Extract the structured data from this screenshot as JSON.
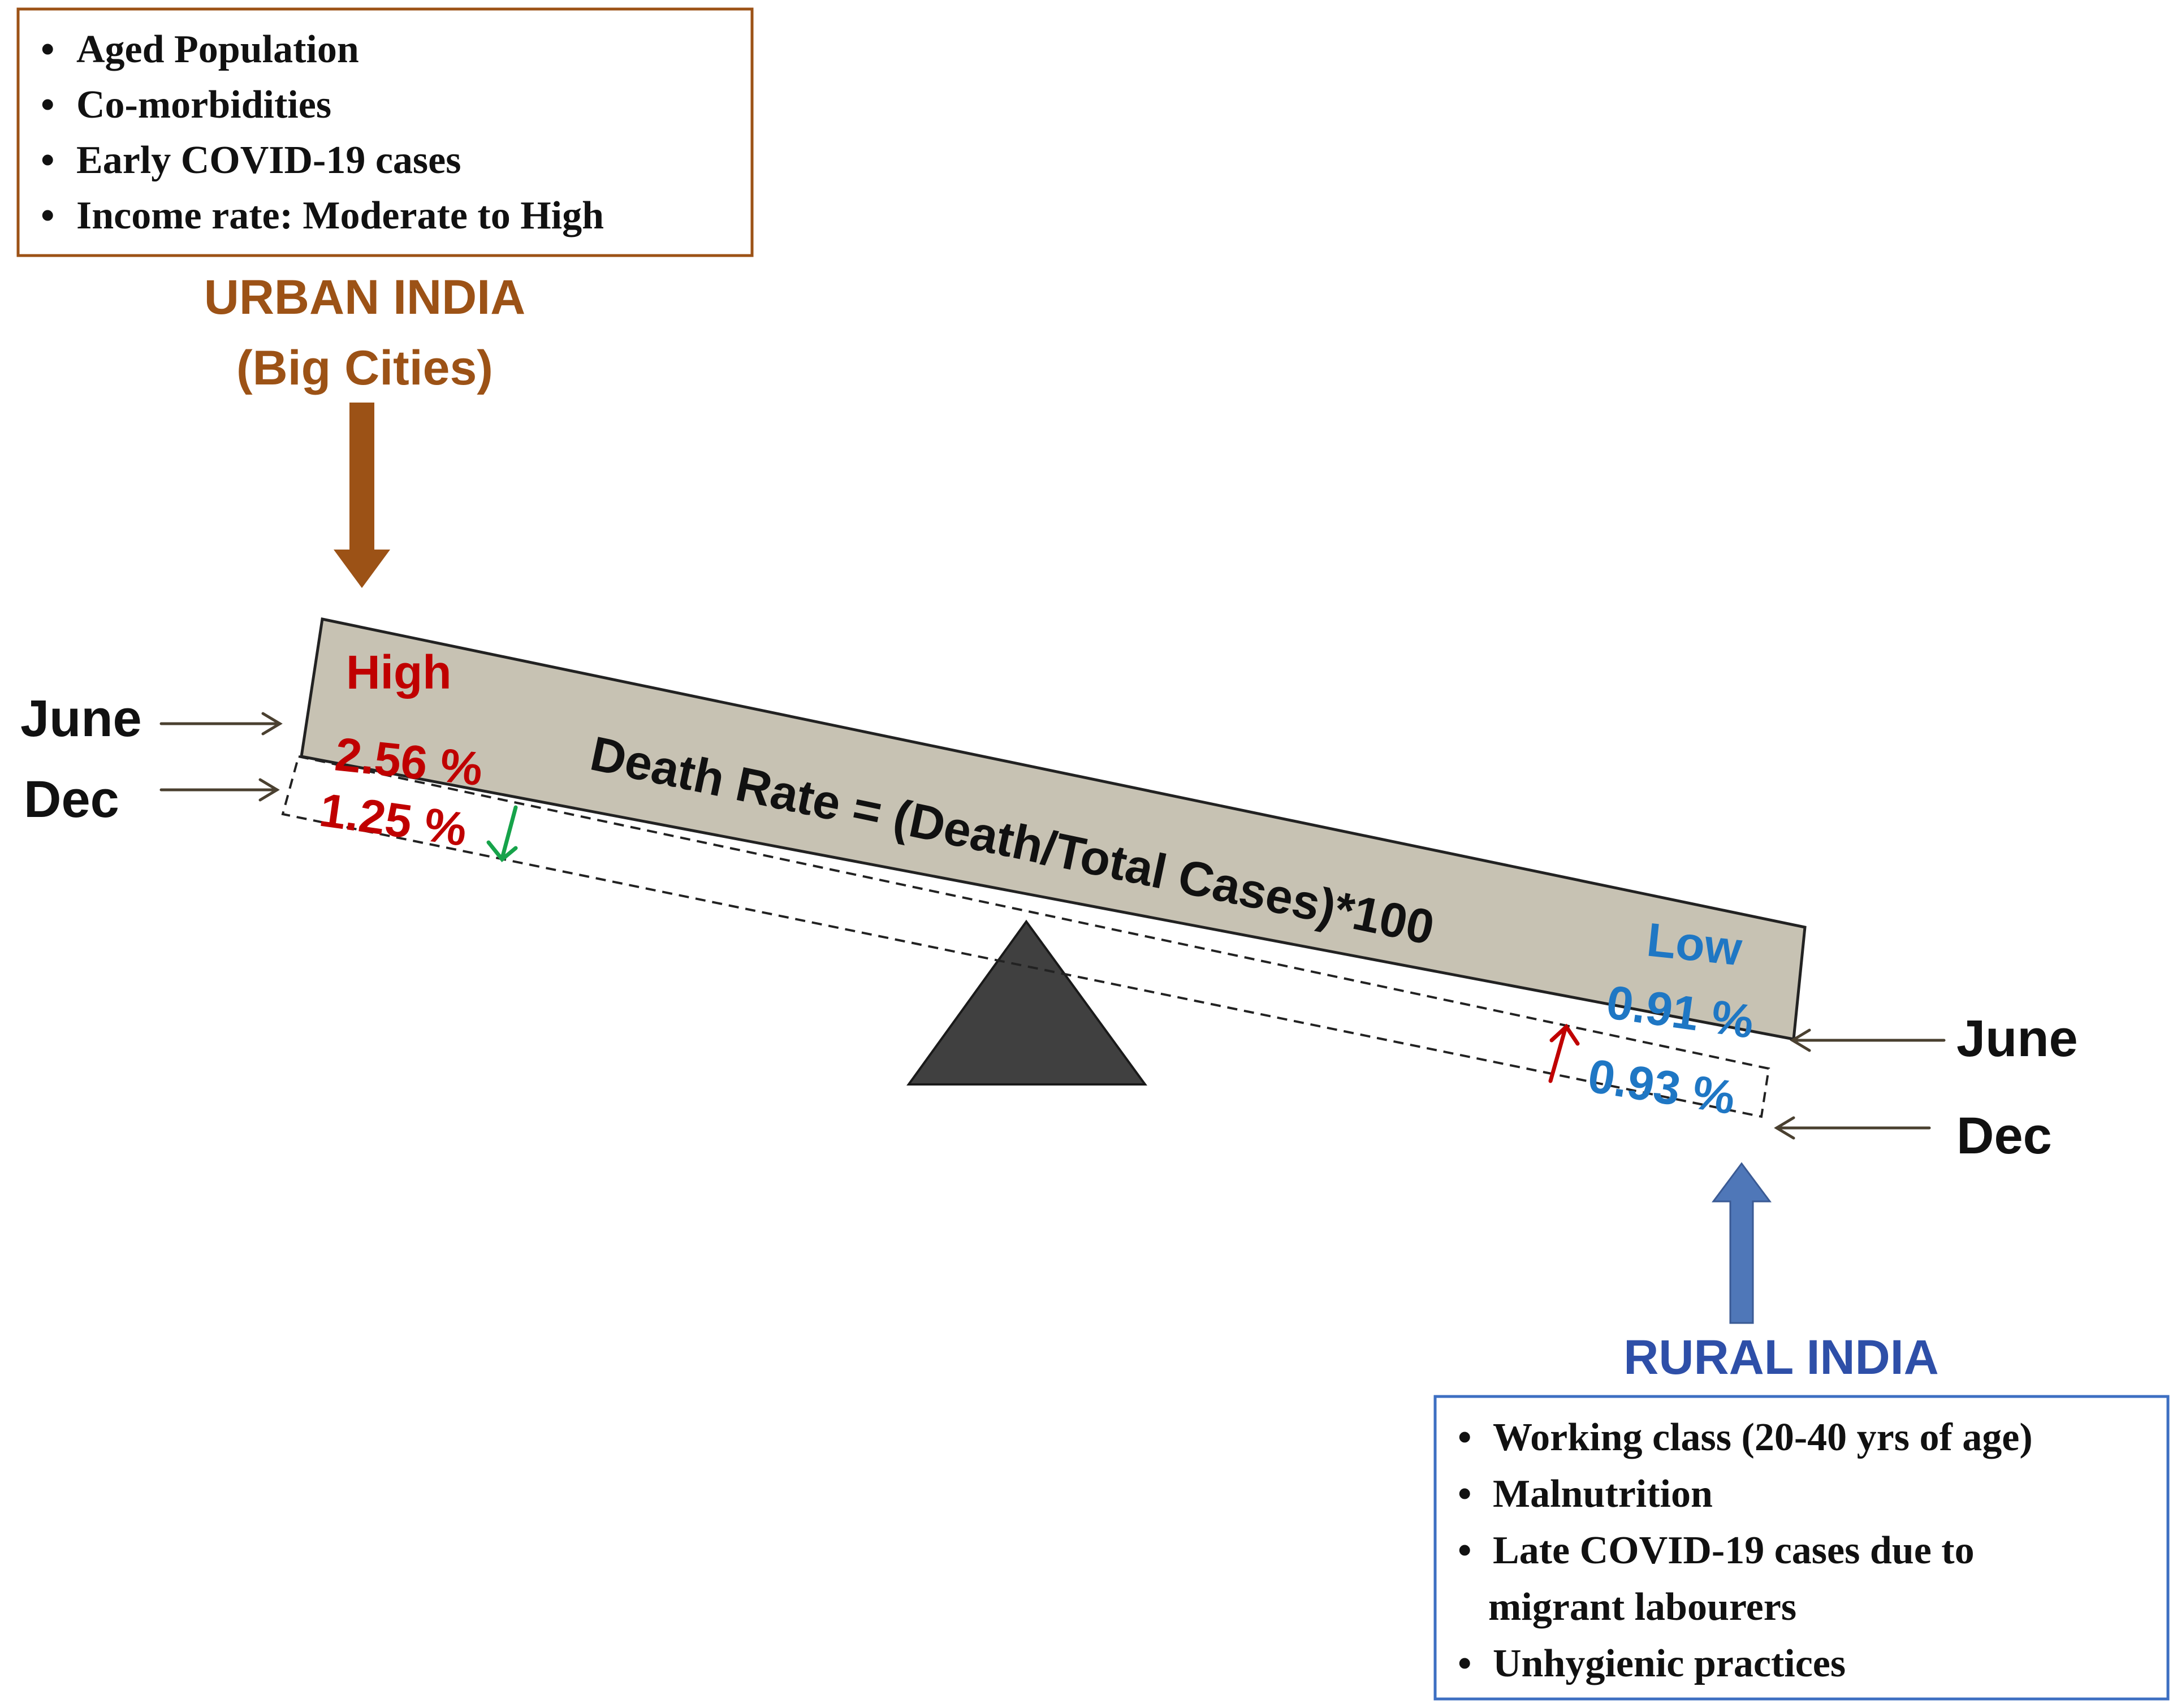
{
  "urban": {
    "bullets": [
      "Aged Population",
      "Co-morbidities",
      "Early COVID-19 cases",
      "Income rate: Moderate to High"
    ],
    "title_line1": "URBAN INDIA",
    "title_line2": "(Big Cities)"
  },
  "rural": {
    "title": "RURAL INDIA",
    "bullets": [
      "Working class (20-40 yrs of age)",
      "Malnutrition",
      "Late COVID-19 cases due to",
      "migrant labourers",
      "Unhygienic practices"
    ]
  },
  "beam": {
    "formula": "Death Rate = (Death/Total Cases)*100",
    "left_level": "High",
    "left_june_value": "2.56 %",
    "left_dec_value": "1.25 %",
    "right_level": "Low",
    "right_june_value": "0.91 %",
    "right_dec_value": "0.93 %"
  },
  "month_labels": {
    "left_june": "June",
    "left_dec": "Dec",
    "right_june": "June",
    "right_dec": "Dec"
  },
  "colors": {
    "urban": "#9c5216",
    "rural": "#2e4fa8",
    "high_value": "#c00000",
    "low_value": "#1f77c4",
    "beam_fill": "#c7c2b3",
    "fulcrum": "#404040",
    "decrease_arrow": "#16a34a",
    "increase_arrow": "#c00000",
    "pointer_arrow": "#4a4030"
  }
}
